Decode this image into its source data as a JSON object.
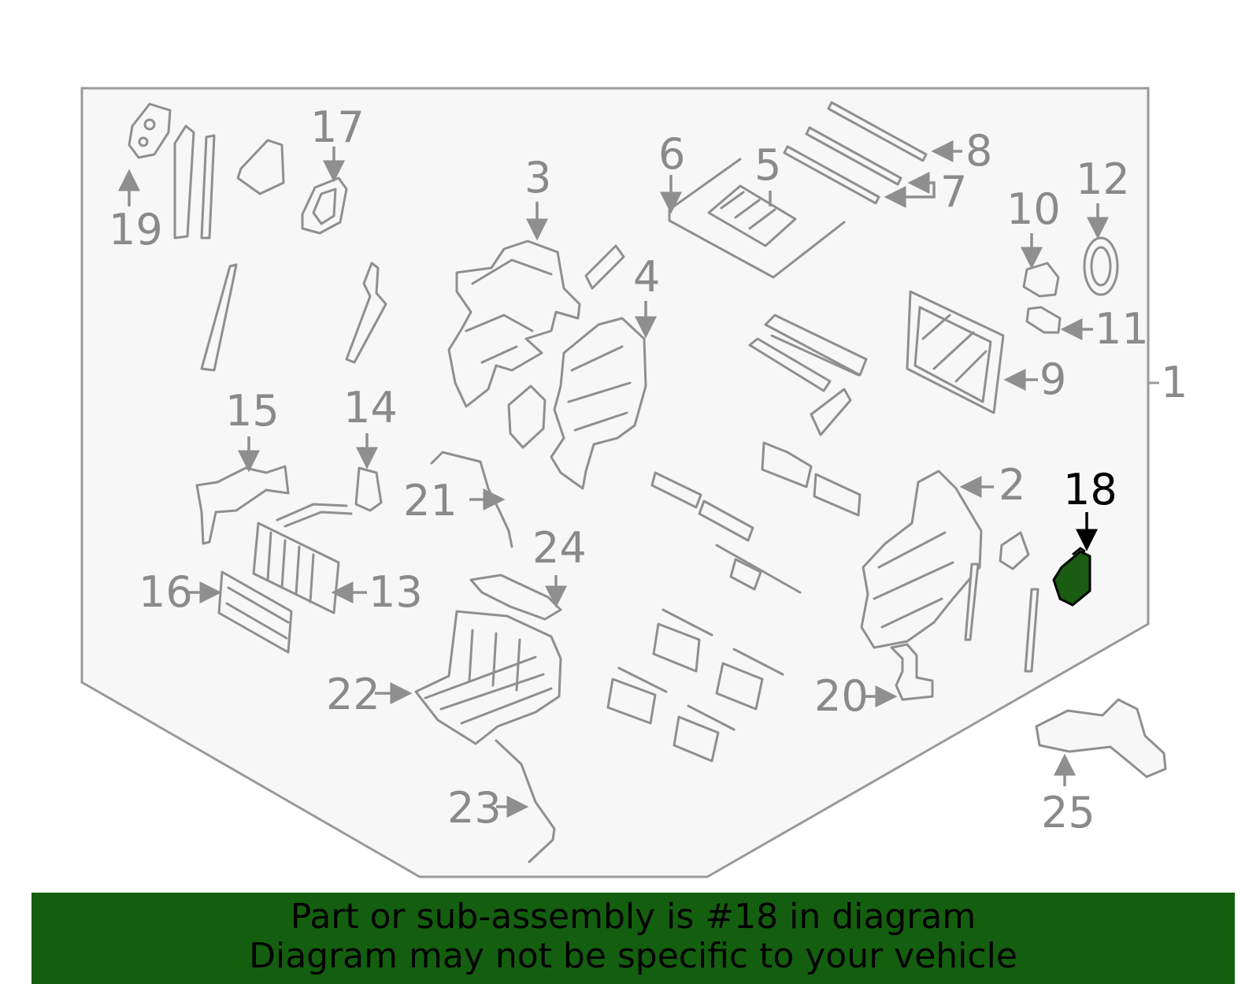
{
  "diagram": {
    "highlight_color": "#1a5c12",
    "highlighted_part": "18",
    "callouts": [
      {
        "id": "1",
        "label": "1"
      },
      {
        "id": "2",
        "label": "2"
      },
      {
        "id": "3",
        "label": "3"
      },
      {
        "id": "4",
        "label": "4"
      },
      {
        "id": "5",
        "label": "5"
      },
      {
        "id": "6",
        "label": "6"
      },
      {
        "id": "7",
        "label": "7"
      },
      {
        "id": "8",
        "label": "8"
      },
      {
        "id": "9",
        "label": "9"
      },
      {
        "id": "10",
        "label": "10"
      },
      {
        "id": "11",
        "label": "11"
      },
      {
        "id": "12",
        "label": "12"
      },
      {
        "id": "13",
        "label": "13"
      },
      {
        "id": "14",
        "label": "14"
      },
      {
        "id": "15",
        "label": "15"
      },
      {
        "id": "16",
        "label": "16"
      },
      {
        "id": "17",
        "label": "17"
      },
      {
        "id": "18",
        "label": "18"
      },
      {
        "id": "19",
        "label": "19"
      },
      {
        "id": "20",
        "label": "20"
      },
      {
        "id": "21",
        "label": "21"
      },
      {
        "id": "22",
        "label": "22"
      },
      {
        "id": "23",
        "label": "23"
      },
      {
        "id": "24",
        "label": "24"
      },
      {
        "id": "25",
        "label": "25"
      }
    ]
  },
  "banner": {
    "background": "#145f0f",
    "line1": "Part or sub-assembly is #18 in diagram",
    "line2": "Diagram may not be specific to your vehicle"
  }
}
